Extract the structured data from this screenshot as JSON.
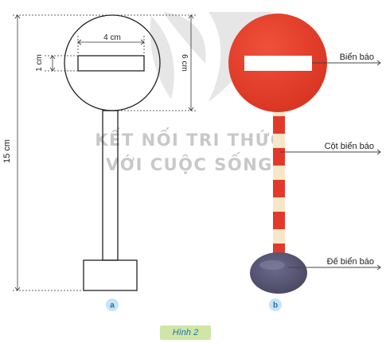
{
  "watermark": {
    "line1": "KẾT NỐI TRI THỨC",
    "line2": "VỚI CUỘC SỐNG"
  },
  "figure_a": {
    "badge": "a",
    "dim_width": "4 cm",
    "dim_bar_height": "1 cm",
    "dim_diameter": "6 cm",
    "dim_total_height": "15 cm"
  },
  "figure_b": {
    "badge": "b",
    "label_sign": "Biển báo",
    "label_pole": "Cột biển báo",
    "label_base": "Đế biển báo"
  },
  "caption": "Hình 2",
  "colors": {
    "sign_red": "#e8402a",
    "stripe_red": "#e23a2a",
    "stripe_cream": "#f7e7c9",
    "base_purple": "#5a5878",
    "badge_blue": "#c7e3f4",
    "caption_green": "#cfe6a6",
    "caption_text": "#1f6fb2"
  }
}
